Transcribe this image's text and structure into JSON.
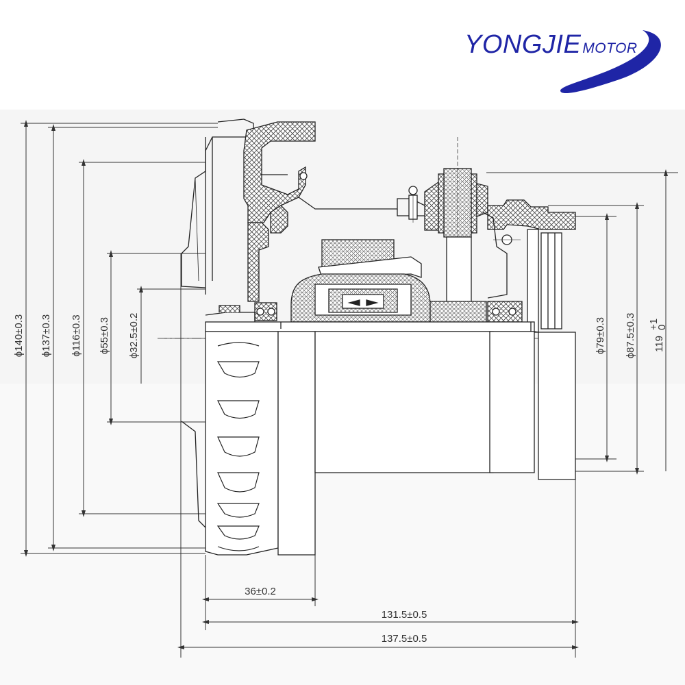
{
  "logo": {
    "main": "YONGJIE",
    "sub": "MOTOR",
    "color": "#1f25a6"
  },
  "dimensions": {
    "d140": "ϕ140±0.3",
    "d137": "ϕ137±0.3",
    "d116": "ϕ116±0.3",
    "d55": "ϕ55±0.3",
    "d32_5": "ϕ32.5±0.2",
    "d79": "ϕ79±0.3",
    "d87_5": "ϕ87.5±0.3",
    "h119": "119",
    "h119_tol_upper": "+1",
    "h119_tol_lower": "0",
    "len36": "36±0.2",
    "len131_5": "131.5±0.5",
    "len137_5": "137.5±0.5"
  }
}
